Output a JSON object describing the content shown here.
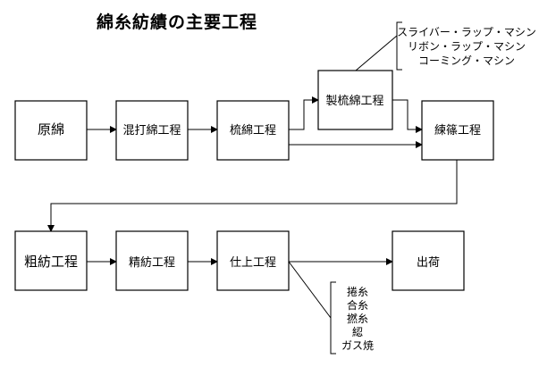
{
  "title": "綿糸紡績の主要工程",
  "steps": {
    "genmen": "原綿",
    "konda": "混打綿工程",
    "ryumen": "梳綿工程",
    "seiryu": "製梳綿工程",
    "renjo": "練篠工程",
    "sobo": "粗紡工程",
    "seibo": "精紡工程",
    "shiage": "仕上工程",
    "shukka": "出荷"
  },
  "notes": {
    "machines": [
      "スライバー・ラップ・マシン",
      "リボン・ラップ・マシン",
      "コーミング・マシン"
    ],
    "finishing": [
      "捲糸",
      "合糸",
      "撚糸",
      "綛",
      "ガス焼"
    ]
  }
}
